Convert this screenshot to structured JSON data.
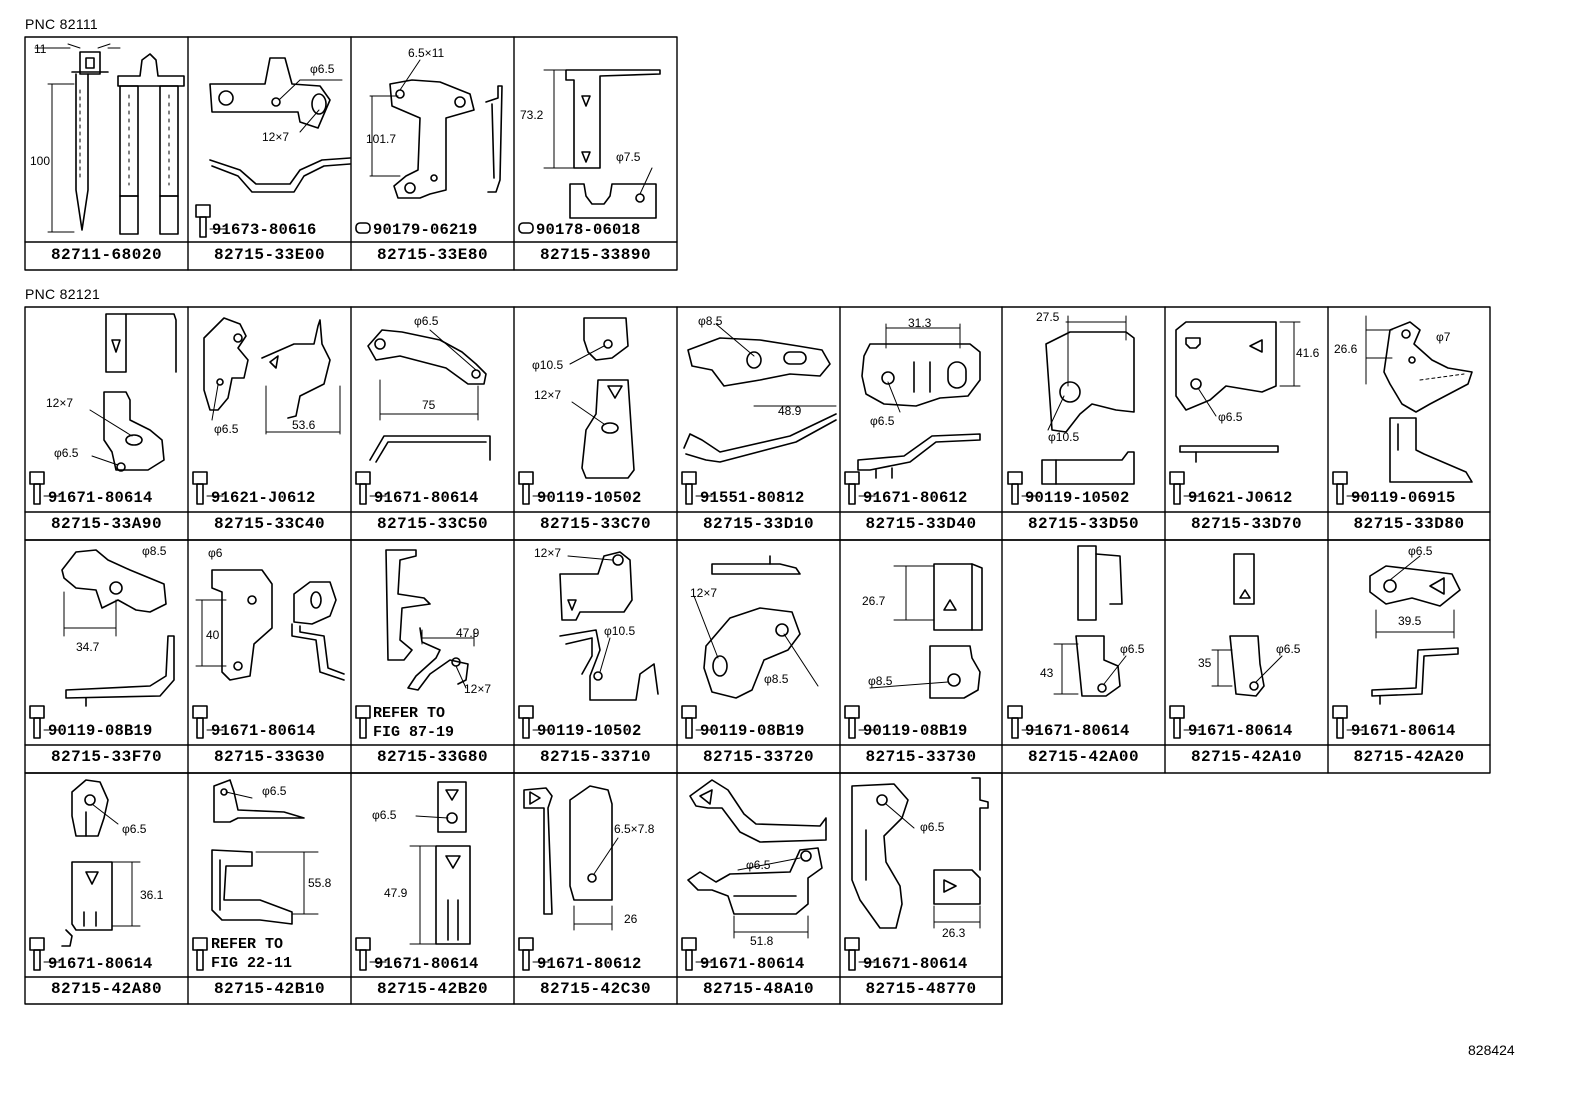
{
  "sections": [
    {
      "pnc_label": "PNC 82111",
      "parts": [
        {
          "part_no": "82711-68020",
          "bolt": "",
          "dims": [
            "11",
            "100"
          ]
        },
        {
          "part_no": "82715-33E00",
          "bolt": "91673-80616",
          "dims": [
            "φ6.5",
            "12×7"
          ]
        },
        {
          "part_no": "82715-33E80",
          "bolt": "90179-06219",
          "dims": [
            "6.5×11",
            "101.7"
          ]
        },
        {
          "part_no": "82715-33890",
          "bolt": "90178-06018",
          "dims": [
            "73.2",
            "φ7.5"
          ]
        }
      ]
    },
    {
      "pnc_label": "PNC 82121",
      "parts": [
        {
          "part_no": "82715-33A90",
          "bolt": "91671-80614",
          "dims": [
            "12×7",
            "φ6.5"
          ]
        },
        {
          "part_no": "82715-33C40",
          "bolt": "91621-J0612",
          "dims": [
            "φ6.5",
            "53.6"
          ]
        },
        {
          "part_no": "82715-33C50",
          "bolt": "91671-80614",
          "dims": [
            "φ6.5",
            "75"
          ]
        },
        {
          "part_no": "82715-33C70",
          "bolt": "90119-10502",
          "dims": [
            "φ10.5",
            "12×7"
          ]
        },
        {
          "part_no": "82715-33D10",
          "bolt": "91551-80812",
          "dims": [
            "φ8.5",
            "48.9"
          ]
        },
        {
          "part_no": "82715-33D40",
          "bolt": "91671-80612",
          "dims": [
            "31.3",
            "φ6.5"
          ]
        },
        {
          "part_no": "82715-33D50",
          "bolt": "90119-10502",
          "dims": [
            "27.5",
            "φ10.5"
          ]
        },
        {
          "part_no": "82715-33D70",
          "bolt": "91621-J0612",
          "dims": [
            "41.6",
            "φ6.5"
          ]
        },
        {
          "part_no": "82715-33D80",
          "bolt": "90119-06915",
          "dims": [
            "26.6",
            "φ7"
          ]
        },
        {
          "part_no": "82715-33F70",
          "bolt": "90119-08B19",
          "dims": [
            "φ8.5",
            "34.7"
          ]
        },
        {
          "part_no": "82715-33G30",
          "bolt": "91671-80614",
          "dims": [
            "φ6",
            "40"
          ]
        },
        {
          "part_no": "82715-33G80",
          "bolt": "",
          "refer": "REFER TO\nFIG 87-19",
          "dims": [
            "47.9",
            "12×7"
          ]
        },
        {
          "part_no": "82715-33710",
          "bolt": "90119-10502",
          "dims": [
            "12×7",
            "φ10.5"
          ]
        },
        {
          "part_no": "82715-33720",
          "bolt": "90119-08B19",
          "dims": [
            "12×7",
            "φ8.5"
          ]
        },
        {
          "part_no": "82715-33730",
          "bolt": "90119-08B19",
          "dims": [
            "26.7",
            "φ8.5"
          ]
        },
        {
          "part_no": "82715-42A00",
          "bolt": "91671-80614",
          "dims": [
            "φ6.5",
            "43"
          ]
        },
        {
          "part_no": "82715-42A10",
          "bolt": "91671-80614",
          "dims": [
            "φ6.5",
            "35"
          ]
        },
        {
          "part_no": "82715-42A20",
          "bolt": "91671-80614",
          "dims": [
            "φ6.5",
            "39.5"
          ]
        },
        {
          "part_no": "82715-42A80",
          "bolt": "91671-80614",
          "dims": [
            "φ6.5",
            "36.1"
          ]
        },
        {
          "part_no": "82715-42B10",
          "bolt": "",
          "refer": "REFER TO\nFIG 22-11",
          "dims": [
            "φ6.5",
            "55.8"
          ]
        },
        {
          "part_no": "82715-42B20",
          "bolt": "91671-80614",
          "dims": [
            "φ6.5",
            "47.9"
          ]
        },
        {
          "part_no": "82715-42C30",
          "bolt": "91671-80612",
          "dims": [
            "6.5×7.8",
            "26"
          ]
        },
        {
          "part_no": "82715-48A10",
          "bolt": "91671-80614",
          "dims": [
            "φ6.5",
            "51.8"
          ]
        },
        {
          "part_no": "82715-48770",
          "bolt": "91671-80614",
          "dims": [
            "φ6.5",
            "26.3"
          ]
        }
      ]
    }
  ],
  "image_id": "828424"
}
